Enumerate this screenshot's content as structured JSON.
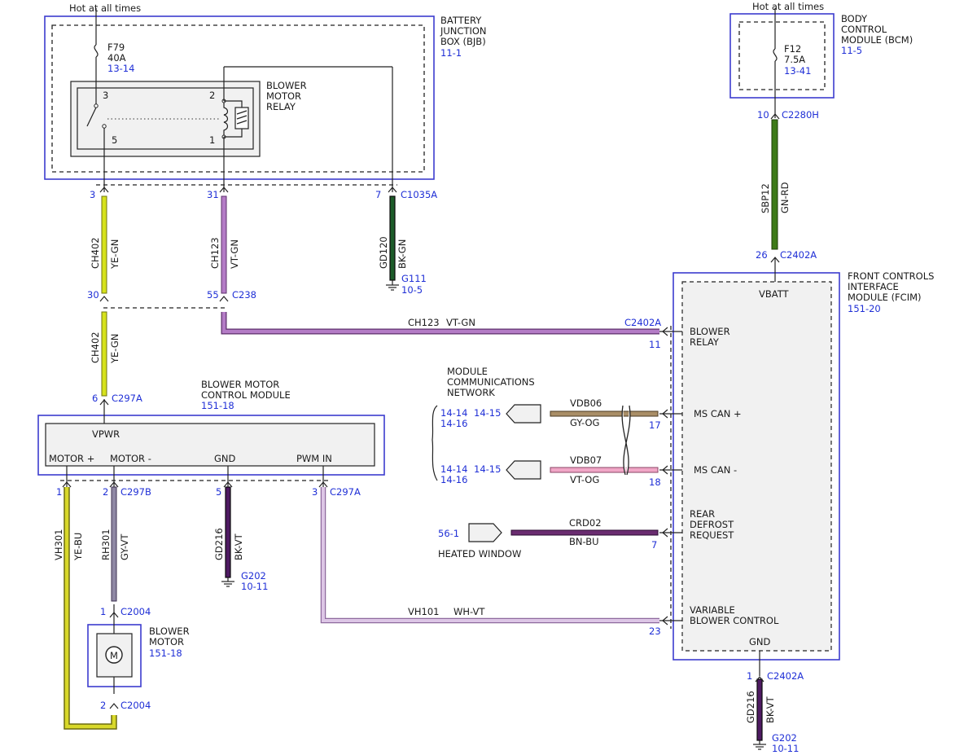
{
  "supply": {
    "hot_left": "Hot at all times",
    "hot_right": "Hot at all times"
  },
  "colors": {
    "YE-GN": "#d6e21c",
    "VT-GN": "#b47cc6",
    "BK-GN": "#1d5c2a",
    "GN-RD": "#3d7a18",
    "YE-BU": "#d8d82a",
    "GY-VT": "#8f88a4",
    "BK-VT": "#4e1a62",
    "WH-VT": "#ddc6e6",
    "GY-OG": "#a98e67",
    "VT-OG": "#f0a6c6",
    "BN-BU": "#6a2c70",
    "component_outline": "#3c3ccf",
    "reference_text": "#1f2fd6"
  },
  "bjb": {
    "name_line1": "BATTERY",
    "name_line2": "JUNCTION",
    "name_line3": "BOX (BJB)",
    "ref": "11-1",
    "fuse_id": "F79",
    "fuse_rating": "40A",
    "fuse_ref": "13-14",
    "relay_line1": "BLOWER",
    "relay_line2": "MOTOR",
    "relay_line3": "RELAY",
    "relay_pins": [
      "3",
      "5",
      "2",
      "1"
    ]
  },
  "bcm": {
    "name_line1": "BODY",
    "name_line2": "CONTROL",
    "name_line3": "MODULE (BCM)",
    "ref": "11-5",
    "fuse_id": "F12",
    "fuse_rating": "7.5A",
    "fuse_ref": "13-41"
  },
  "fcim": {
    "name_line1": "FRONT CONTROLS",
    "name_line2": "INTERFACE",
    "name_line3": "MODULE (FCIM)",
    "ref": "151-20",
    "vbatt": "VBATT",
    "gnd": "GND",
    "blower_relay_line1": "BLOWER",
    "blower_relay_line2": "RELAY",
    "ms_can_plus": "MS CAN +",
    "ms_can_minus": "MS CAN -",
    "rear_defrost_line1": "REAR",
    "rear_defrost_line2": "DEFROST",
    "rear_defrost_line3": "REQUEST",
    "var_blower_line1": "VARIABLE",
    "var_blower_line2": "BLOWER CONTROL"
  },
  "bmcm": {
    "name_line1": "BLOWER MOTOR",
    "name_line2": "CONTROL MODULE",
    "ref": "151-18",
    "vpwr": "VPWR",
    "motor_plus": "MOTOR +",
    "motor_minus": "MOTOR -",
    "gnd": "GND",
    "pwm_in": "PWM IN"
  },
  "blower_motor": {
    "name_line1": "BLOWER",
    "name_line2": "MOTOR",
    "ref": "151-18",
    "symbol": "M"
  },
  "connectors": {
    "bjb_pin_3": "3",
    "bjb_pin_31": "31",
    "bjb_pin_7": "7",
    "c1035a": "C1035A",
    "c238_pin_30": "30",
    "c238_pin_55": "55",
    "c238": "C238",
    "c297a_pin_6": "6",
    "c297a_top": "C297A",
    "bmcm_pin_1": "1",
    "bmcm_pin_2": "2",
    "c297b": "C297B",
    "bmcm_pin_5": "5",
    "bmcm_pin_3": "3",
    "c297a_bottom": "C297A",
    "c2004_pin_1": "1",
    "c2004_top": "C2004",
    "c2004_pin_2": "2",
    "c2004_bottom": "C2004",
    "bcm_pin_10": "10",
    "c2280h": "C2280H",
    "fcim_pin_26": "26",
    "c2402a_top": "C2402A",
    "c2402a_mid": "C2402A",
    "fcim_pin_11": "11",
    "fcim_pin_17": "17",
    "fcim_pin_18": "18",
    "fcim_pin_7": "7",
    "fcim_pin_23": "23",
    "fcim_pin_1": "1",
    "c2402a_bottom": "C2402A"
  },
  "grounds": {
    "g111": "G111",
    "g111_ref": "10-5",
    "g202_a": "G202",
    "g202_a_ref": "10-11",
    "g202_b": "G202",
    "g202_b_ref": "10-11"
  },
  "wires": {
    "ch402_upper_circuit": "CH402",
    "ch402_upper_color": "YE-GN",
    "ch123_vertical_circuit": "CH123",
    "ch123_vertical_color": "VT-GN",
    "gd120_circuit": "GD120",
    "gd120_color": "BK-GN",
    "ch402_lower_circuit": "CH402",
    "ch402_lower_color": "YE-GN",
    "ch123_horizontal_circuit": "CH123",
    "ch123_horizontal_color": "VT-GN",
    "sbp12_circuit": "SBP12",
    "sbp12_color": "GN-RD",
    "vh301_circuit": "VH301",
    "vh301_color": "YE-BU",
    "rh301_circuit": "RH301",
    "rh301_color": "GY-VT",
    "gd216_a_circuit": "GD216",
    "gd216_a_color": "BK-VT",
    "vh101_circuit": "VH101",
    "vh101_color": "WH-VT",
    "vdb06_circuit": "VDB06",
    "vdb06_color": "GY-OG",
    "vdb07_circuit": "VDB07",
    "vdb07_color": "VT-OG",
    "crd02_circuit": "CRD02",
    "crd02_color": "BN-BU",
    "gd216_b_circuit": "GD216",
    "gd216_b_color": "BK-VT"
  },
  "network": {
    "title_line1": "MODULE",
    "title_line2": "COMMUNICATIONS",
    "title_line3": "NETWORK",
    "can_plus_ref_a": "14-14",
    "can_plus_ref_b": "14-16",
    "can_plus_ref_c": "14-15",
    "can_minus_ref_a": "14-14",
    "can_minus_ref_b": "14-16",
    "can_minus_ref_c": "14-15"
  },
  "heated_window": {
    "ref": "56-1",
    "label": "HEATED WINDOW"
  }
}
